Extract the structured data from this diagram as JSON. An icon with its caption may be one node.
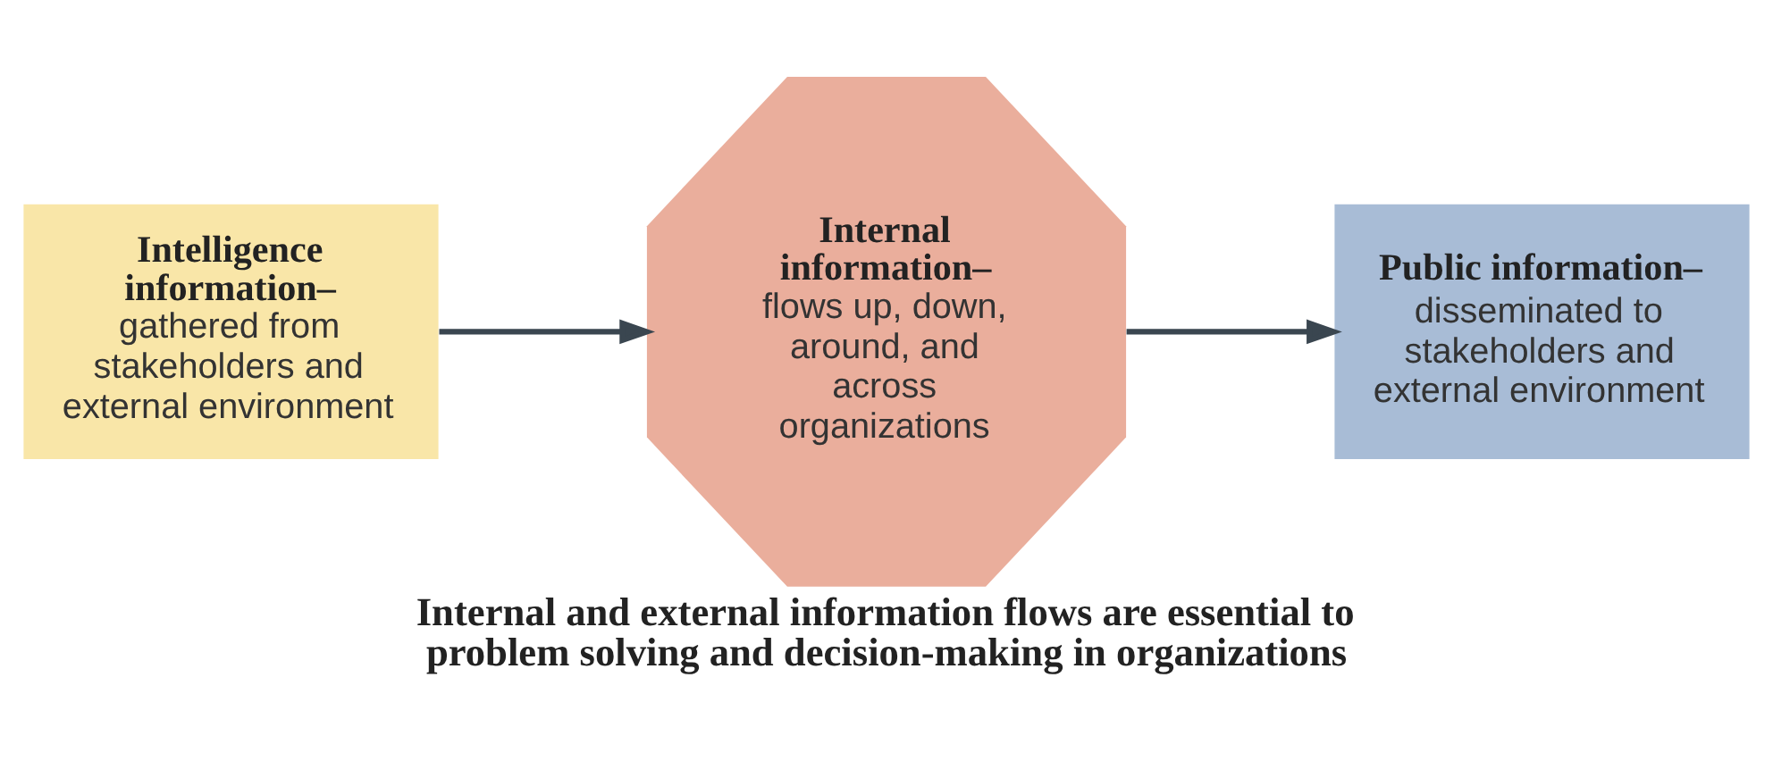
{
  "diagram": {
    "caption": "Internal and external information flows are essential to problem solving and decision-making in organizations",
    "nodes": [
      {
        "text": [
          "Intelligence information–",
          "gathered from stakeholders and external environment"
        ]
      },
      {
        "text": [
          "Internal information–",
          "flows up, down, around, and across organizations"
        ]
      },
      {
        "text": [
          "Public information–",
          "disseminated to stakeholders and external environment"
        ]
      }
    ],
    "edges": [
      {
        "from": 0,
        "to": 1,
        "arrow": "to"
      },
      {
        "from": 1,
        "to": 2,
        "arrow": "to"
      }
    ]
  }
}
